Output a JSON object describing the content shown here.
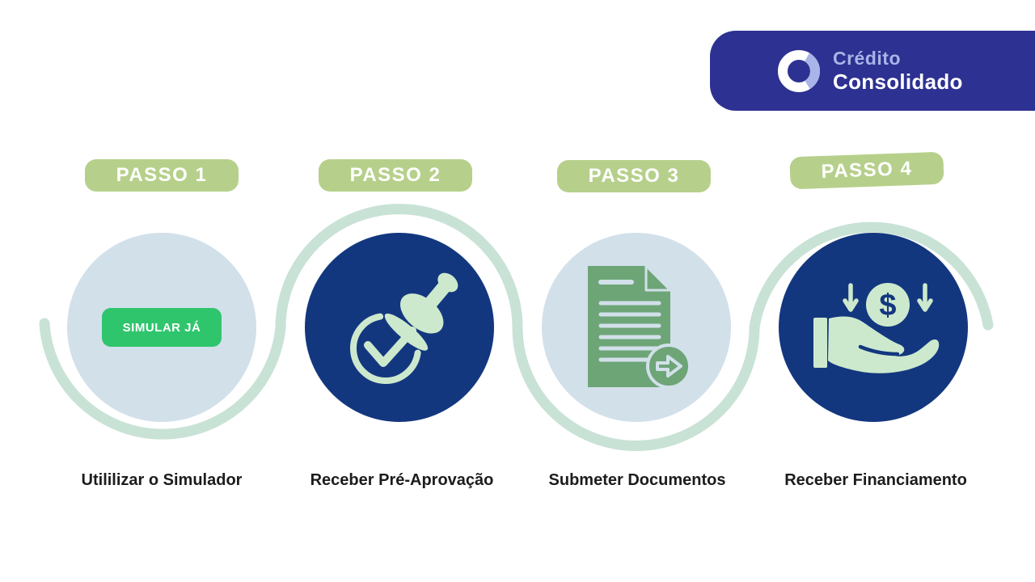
{
  "logo": {
    "brand_top": "Crédito",
    "brand_bottom": "Consolidado",
    "icon": "ring-logo-icon"
  },
  "steps": [
    {
      "badge": "PASSO 1",
      "title": "Utililizar o Simulador",
      "button_label": "SIMULAR JÁ",
      "icon": "simular-ja-button",
      "circle_style": "light"
    },
    {
      "badge": "PASSO 2",
      "title": "Receber Pré-Aprovação",
      "icon": "approval-stamp-icon",
      "circle_style": "navy"
    },
    {
      "badge": "PASSO 3",
      "title": "Submeter Documentos",
      "icon": "document-submit-icon",
      "circle_style": "light"
    },
    {
      "badge": "PASSO 4",
      "title": "Receber Financiamento",
      "icon": "hand-money-icon",
      "circle_style": "navy"
    }
  ],
  "colors": {
    "navy": "#13377f",
    "indigo": "#2d3191",
    "light_blue": "#d2e0ea",
    "badge_green": "#b6d08b",
    "mint": "#cde9cd",
    "line_mint": "#c9e2d6",
    "doc_green": "#6da577",
    "button_green": "#2fc56c",
    "lavender": "#a9b4e8",
    "text_dark": "#1c1c1c",
    "white": "#ffffff"
  }
}
